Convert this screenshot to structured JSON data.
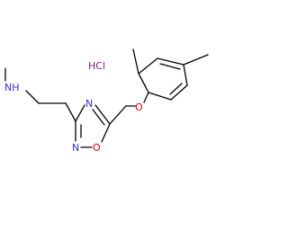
{
  "molecule": {
    "salt_label": "HCl",
    "atoms": {
      "nh": "NH",
      "nh_methyl": "",
      "n_ring_top": "N",
      "n_ring_bottom": "N",
      "o_ring": "O",
      "o_ether": "O"
    }
  },
  "colors": {
    "bond": "#000000",
    "nitrogen": "#3333cc",
    "oxygen": "#e00000",
    "chloride": "#7a1f6e",
    "carbon": "#000000"
  }
}
